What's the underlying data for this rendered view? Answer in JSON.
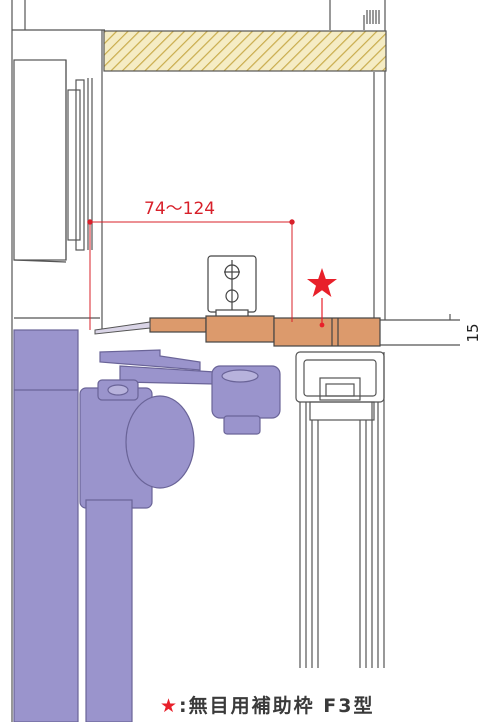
{
  "dimensions": {
    "width_range": "74～124",
    "height": "15"
  },
  "legend": {
    "marker": "★",
    "text": ":無目用補助枠 F3型"
  },
  "colors": {
    "accent_red": "#e8202a",
    "wood": "#dc9a6c",
    "closer_purple": "#9a94cc",
    "hatch": "#c9ac4c"
  }
}
